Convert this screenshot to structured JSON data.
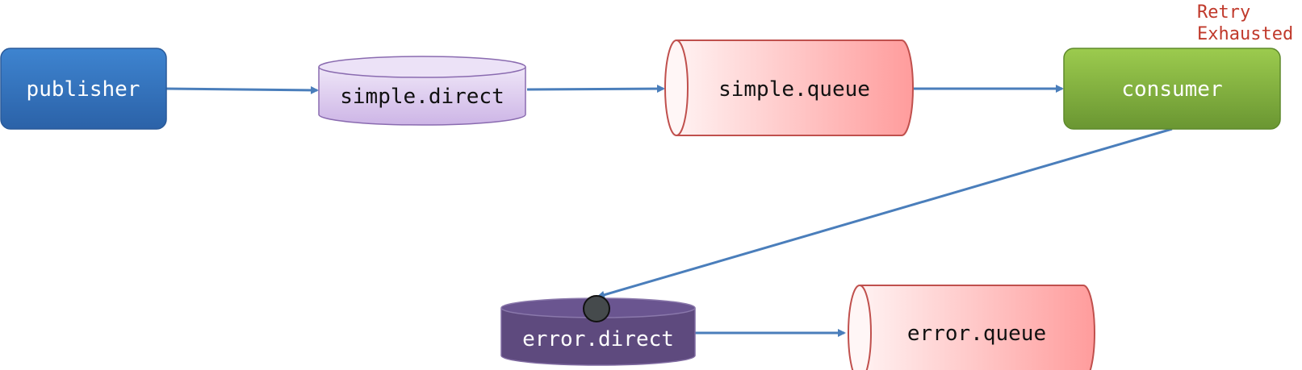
{
  "nodes": {
    "publisher": "publisher",
    "simple_direct": "simple.direct",
    "simple_queue": "simple.queue",
    "consumer": "consumer",
    "error_direct": "error.direct",
    "error_queue": "error.queue"
  },
  "annotation": {
    "line1": "Retry",
    "line2": "Exhausted"
  },
  "colors": {
    "publisher": "#2e6db4",
    "exchange_light": "#dccbed",
    "exchange_dark": "#5e4a7e",
    "queue_gradient_start": "#fff0f0",
    "queue_gradient_end": "#ff9e9e",
    "consumer": "#7aaa3a",
    "arrow": "#4a7ebb",
    "annotation": "#c0392b"
  }
}
